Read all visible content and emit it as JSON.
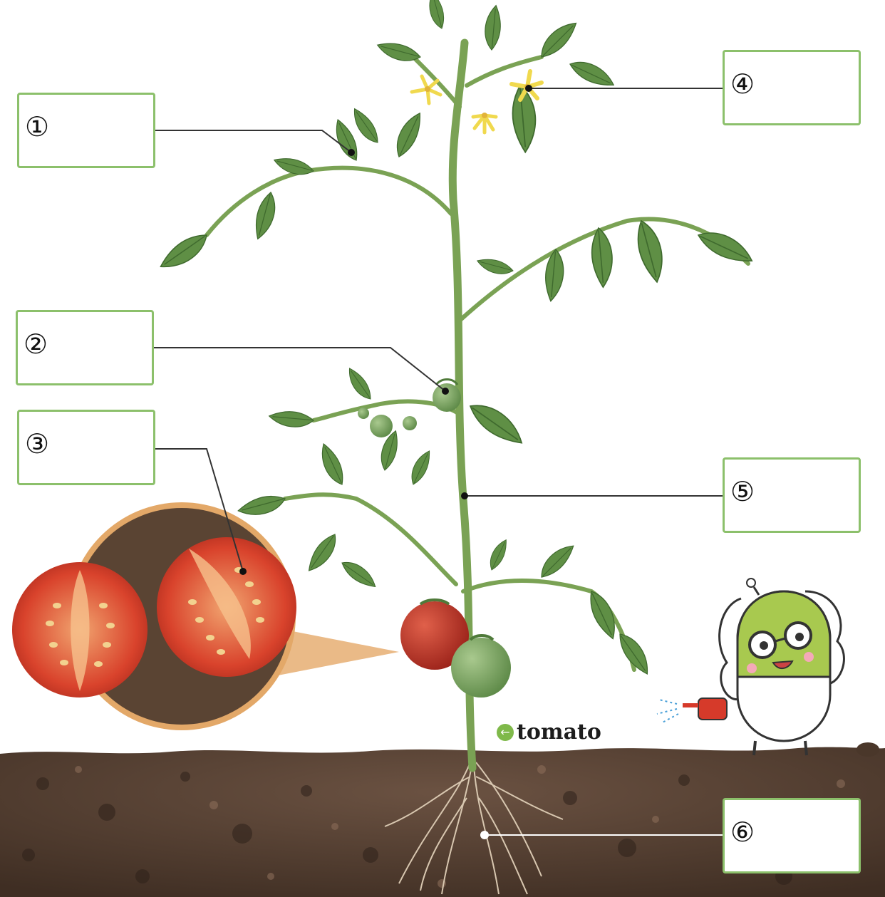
{
  "labels": [
    {
      "id": "1",
      "number": "①"
    },
    {
      "id": "2",
      "number": "②"
    },
    {
      "id": "3",
      "number": "③"
    },
    {
      "id": "4",
      "number": "④"
    },
    {
      "id": "5",
      "number": "⑤"
    },
    {
      "id": "6",
      "number": "⑥"
    }
  ],
  "caption": {
    "text": "tomato",
    "icon": "arrow-left-circle-icon"
  },
  "colors": {
    "box_border": "#8cc06b",
    "leader_line": "#333333",
    "soil": "#5b4536",
    "leaf": "#5f8f45",
    "ripe_fruit": "#c8382a",
    "unripe_fruit": "#7fa865",
    "flower": "#f0d94e"
  }
}
